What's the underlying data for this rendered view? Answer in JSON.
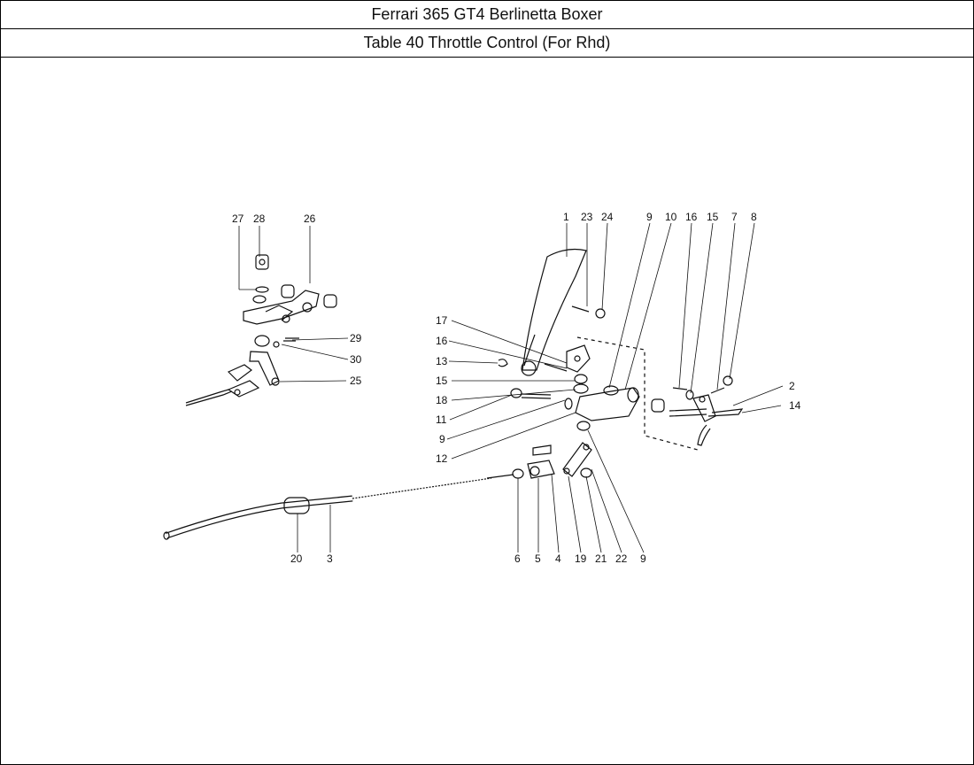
{
  "header": {
    "title": "Ferrari 365 GT4 Berlinetta Boxer",
    "subtitle": "Table 40 Throttle Control (For Rhd)"
  },
  "callouts": [
    "27",
    "28",
    "26",
    "29",
    "30",
    "25",
    "1",
    "23",
    "24",
    "9",
    "10",
    "16",
    "15",
    "7",
    "8",
    "17",
    "16",
    "13",
    "15",
    "18",
    "11",
    "9",
    "12",
    "2",
    "14",
    "20",
    "3",
    "6",
    "5",
    "4",
    "19",
    "21",
    "22",
    "9"
  ]
}
